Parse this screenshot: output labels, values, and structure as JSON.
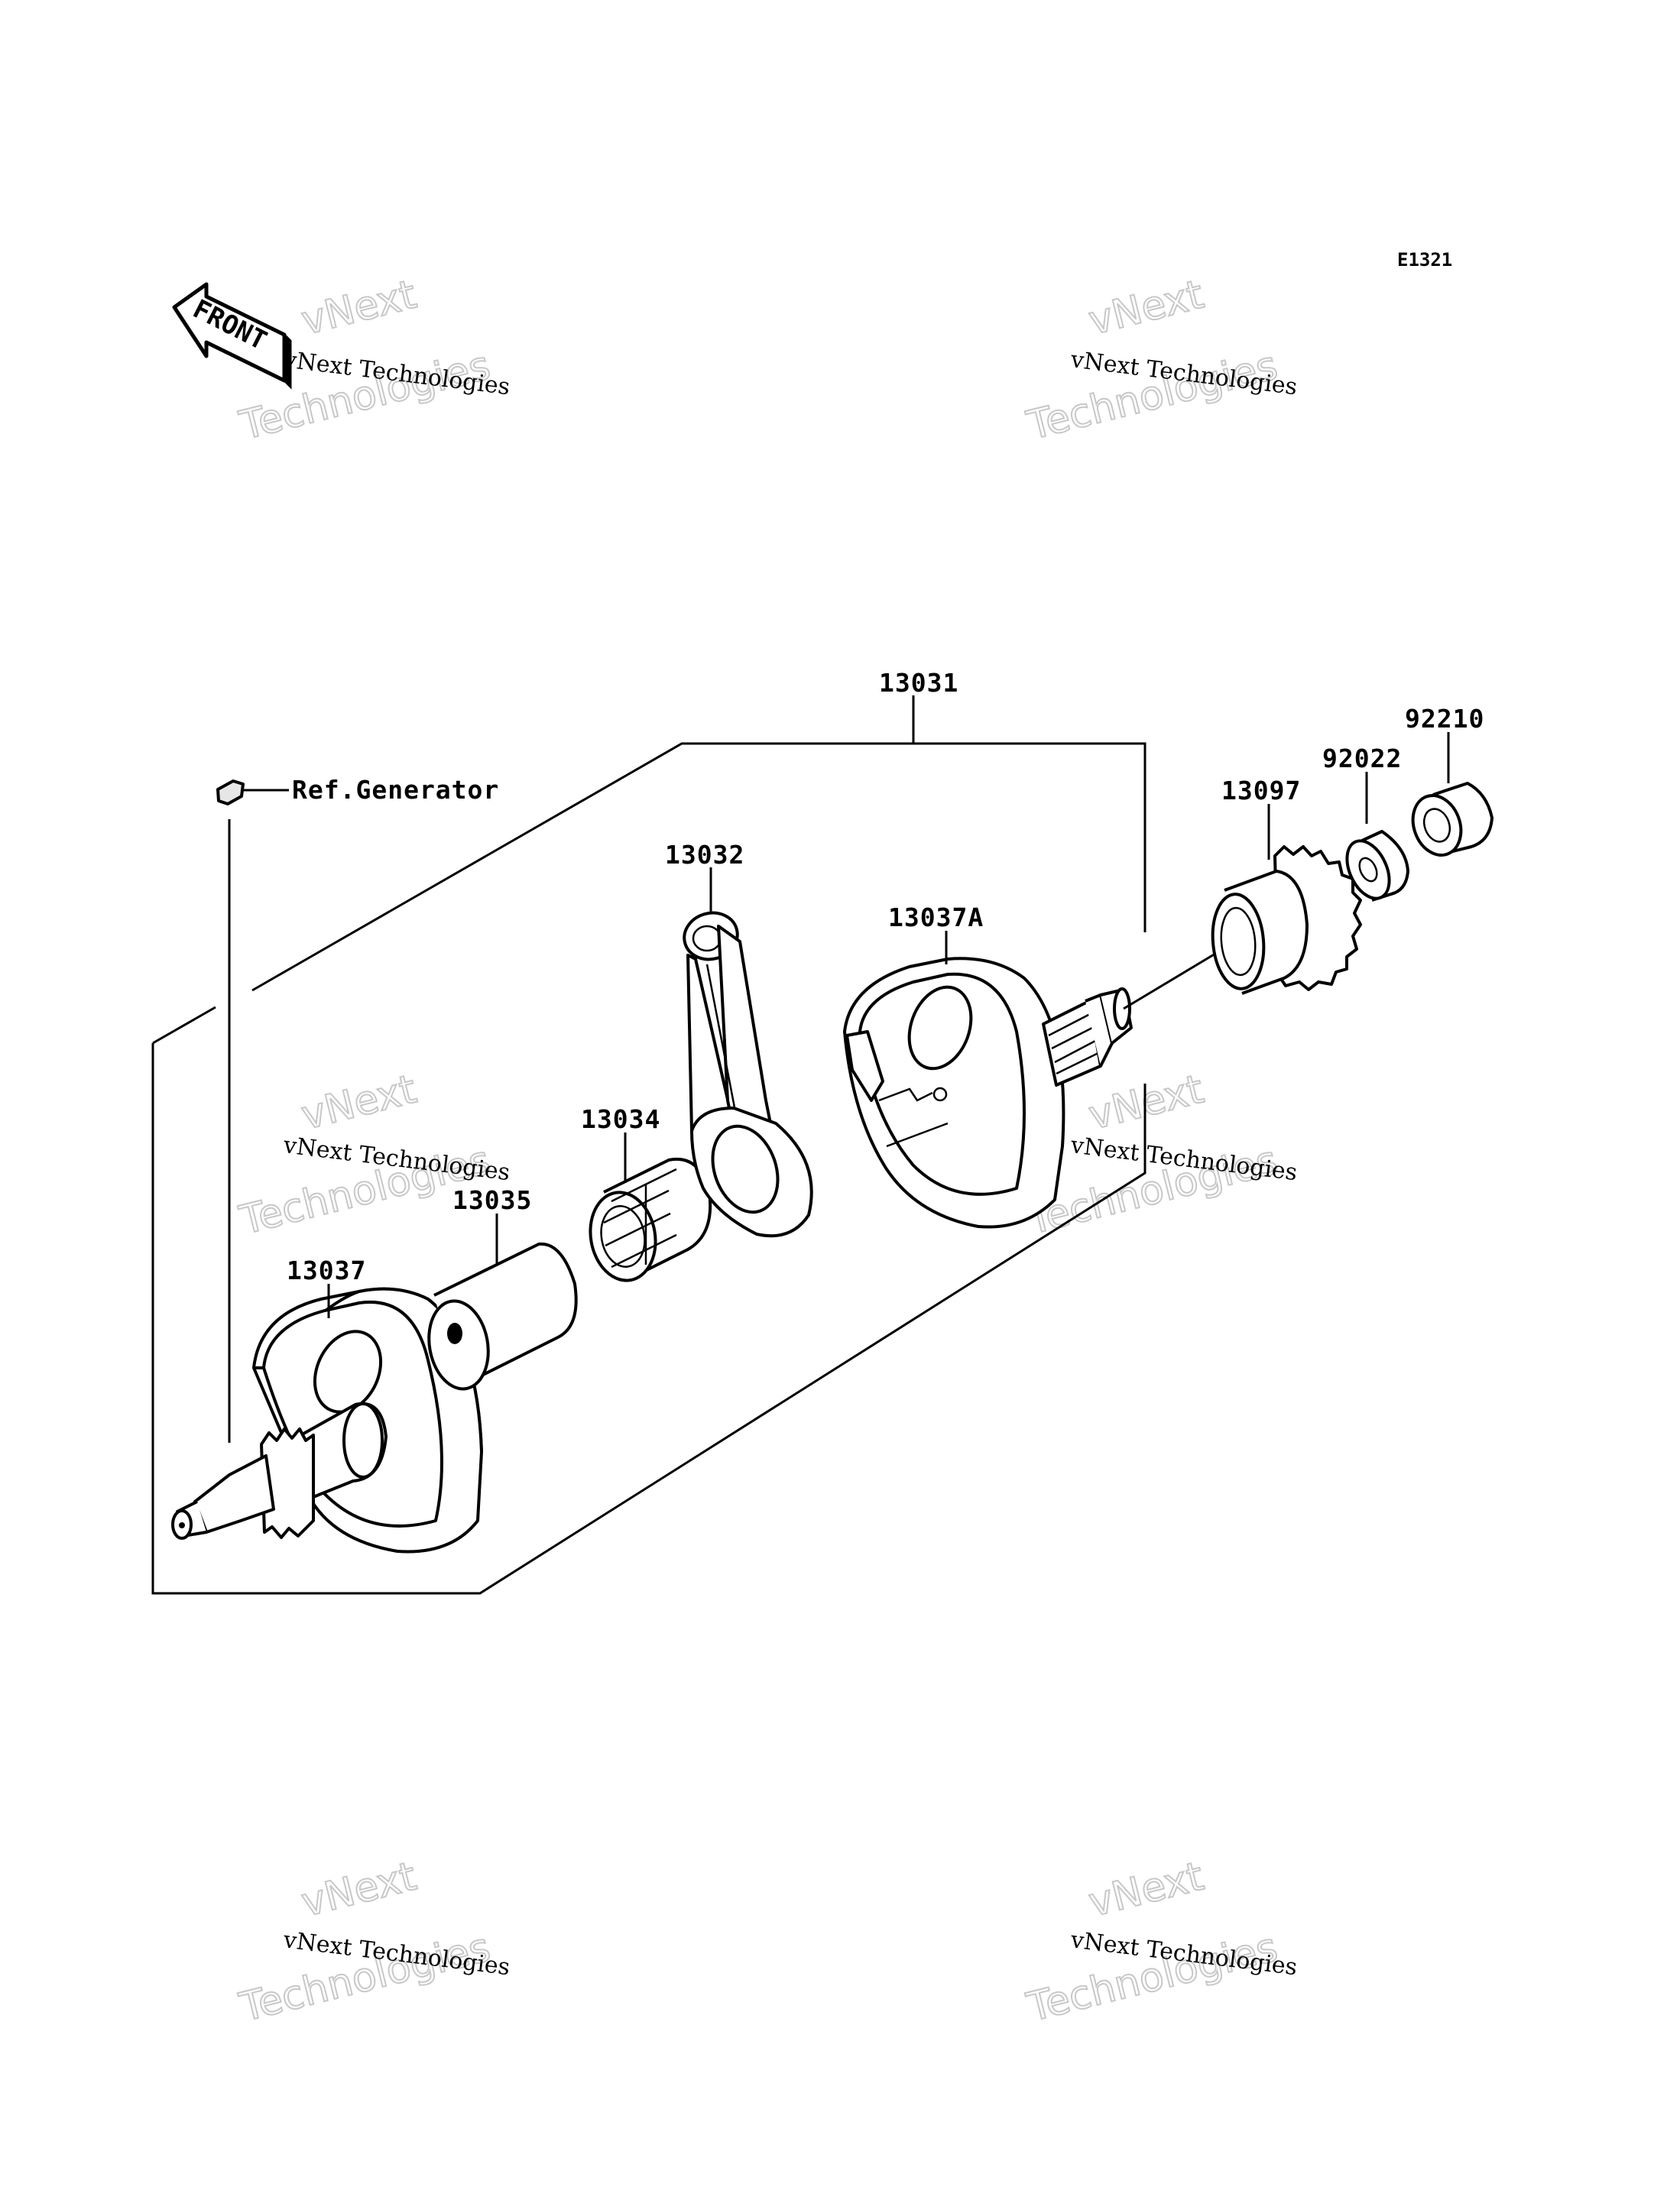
{
  "diagram_code": "E1321",
  "front_label": "FRONT",
  "ref_label": "Ref.Generator",
  "watermark": {
    "line1": "vNext Technologies",
    "line2": "vNext",
    "line3": "Technologies"
  },
  "parts": [
    {
      "id": "p13031",
      "number": "13031"
    },
    {
      "id": "p13032",
      "number": "13032"
    },
    {
      "id": "p13037A",
      "number": "13037A"
    },
    {
      "id": "p13097",
      "number": "13097"
    },
    {
      "id": "p92022",
      "number": "92022"
    },
    {
      "id": "p92210",
      "number": "92210"
    },
    {
      "id": "p13034",
      "number": "13034"
    },
    {
      "id": "p13035",
      "number": "13035"
    },
    {
      "id": "p13037",
      "number": "13037"
    }
  ]
}
